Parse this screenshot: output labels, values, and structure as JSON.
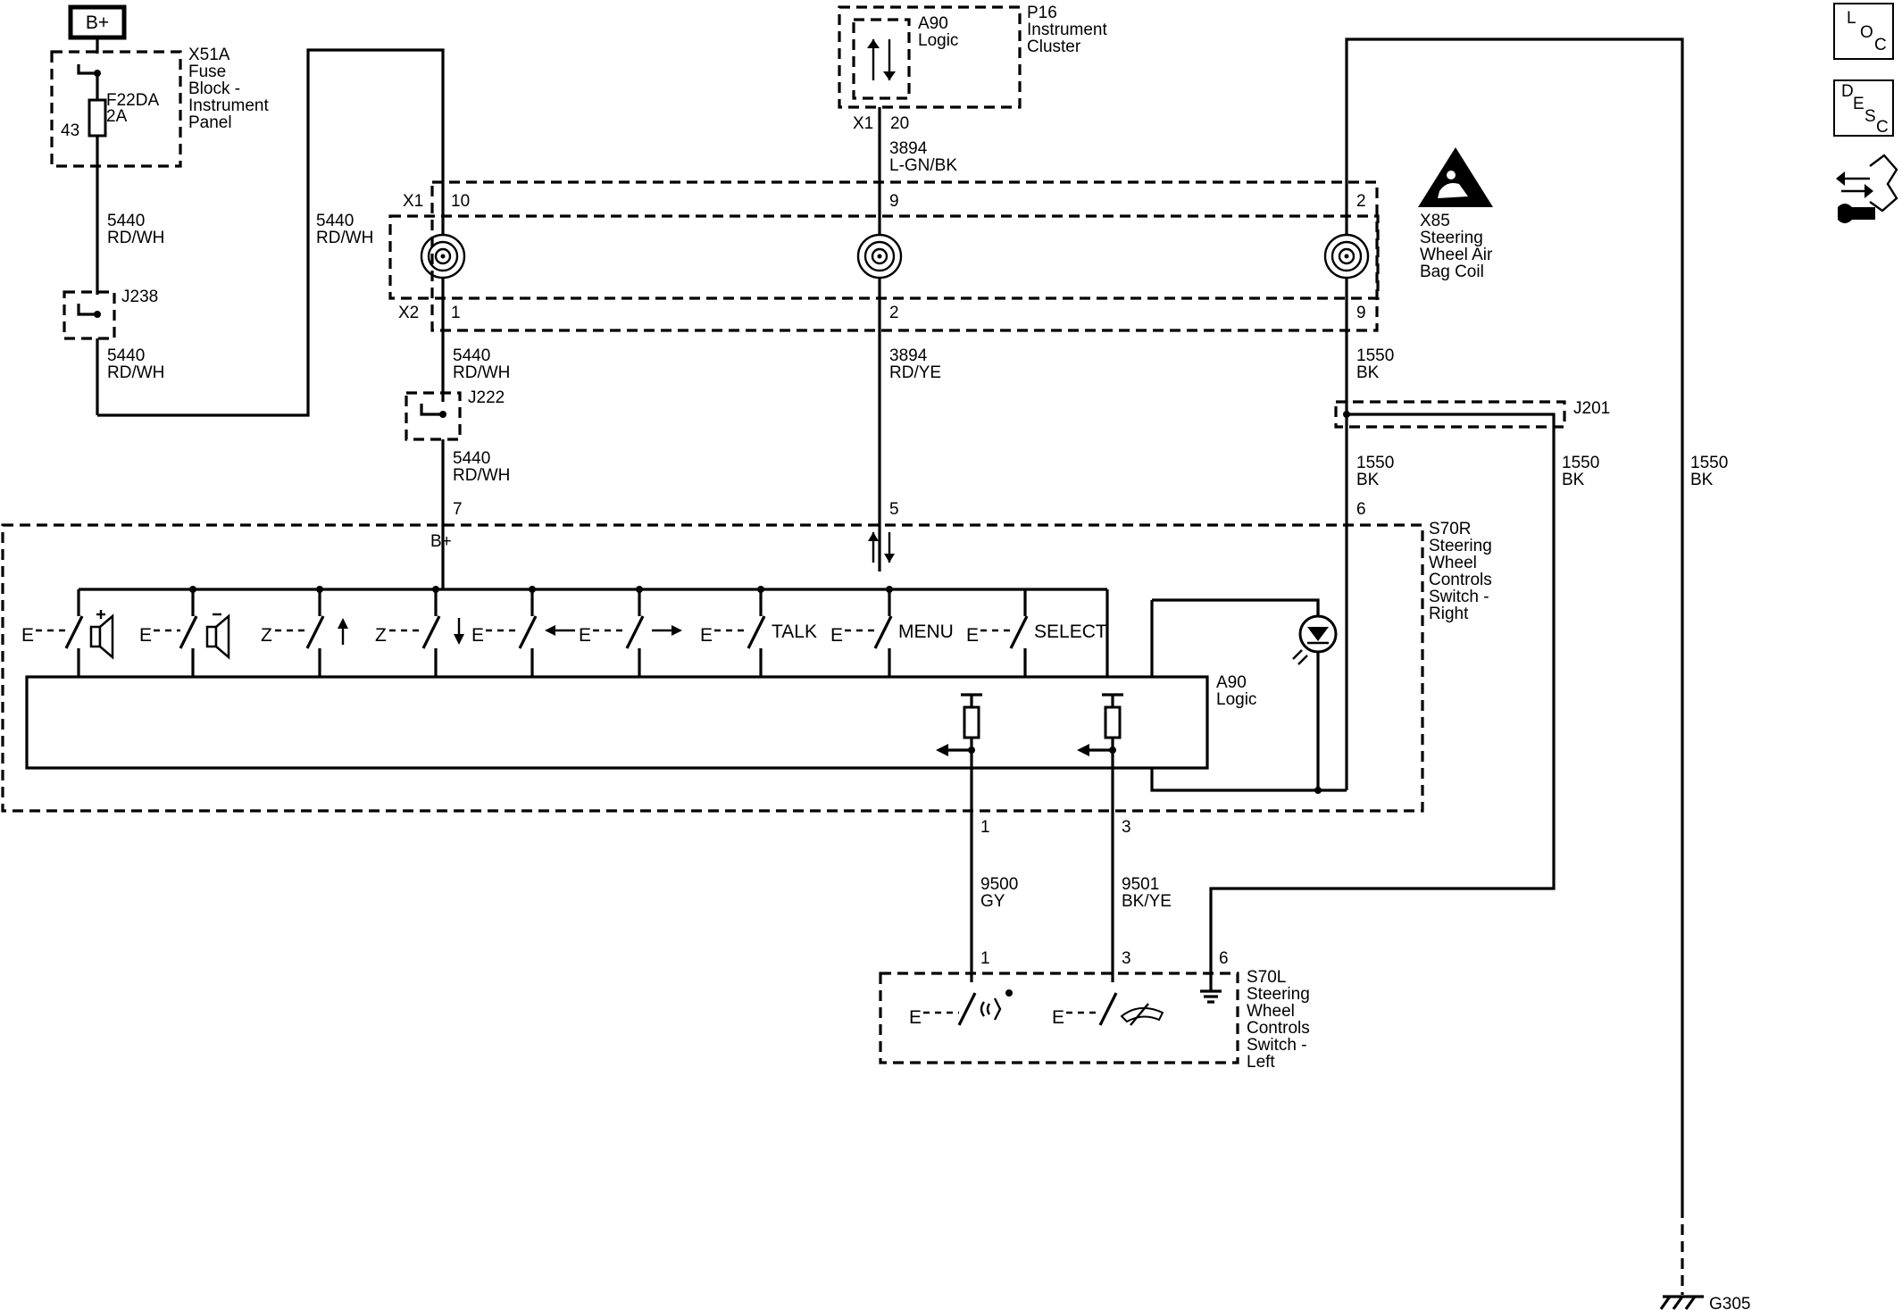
{
  "power": {
    "bplus_box": "B+",
    "bplus_pin": "B+"
  },
  "fuse_block": {
    "name": "X51A",
    "desc": [
      "Fuse",
      "Block -",
      "Instrument",
      "Panel"
    ],
    "fuse_id": "F22DA",
    "fuse_rating": "2A",
    "pin": "43"
  },
  "cluster": {
    "name": "P16",
    "desc": [
      "Instrument",
      "Cluster"
    ],
    "logic_name": "A90",
    "logic_label": "Logic",
    "connector": "X1",
    "pin": "20"
  },
  "coil": {
    "name": "X85",
    "desc": [
      "Steering",
      "Wheel Air",
      "Bag Coil"
    ],
    "x1": "X1",
    "x2": "X2",
    "x1_pins": [
      "10",
      "9",
      "2"
    ],
    "x2_pins": [
      "1",
      "2",
      "9"
    ]
  },
  "splices": {
    "j238": "J238",
    "j222": "J222",
    "j201": "J201"
  },
  "wires": {
    "w5440": "5440",
    "rd_wh": "RD/WH",
    "w3894": "3894",
    "lgn_bk": "L-GN/BK",
    "rd_ye": "RD/YE",
    "w1550": "1550",
    "bk": "BK",
    "w9500": "9500",
    "gy": "GY",
    "w9501": "9501",
    "bk_ye": "BK/YE"
  },
  "switch_right": {
    "name": "S70R",
    "desc": [
      "Steering",
      "Wheel",
      "Controls",
      "Switch -",
      "Right"
    ],
    "logic_name": "A90",
    "logic_label": "Logic",
    "pins": {
      "bplus": "7",
      "data": "5",
      "ground": "6",
      "out1": "1",
      "out3": "3"
    },
    "buttons": {
      "talk": "TALK",
      "menu": "MENU",
      "select": "SELECT"
    }
  },
  "switch_left": {
    "name": "S70L",
    "desc": [
      "Steering",
      "Wheel",
      "Controls",
      "Switch -",
      "Left"
    ],
    "pins": {
      "p1": "1",
      "p3": "3",
      "p6": "6"
    }
  },
  "ground": {
    "name": "G305"
  },
  "side_icons": {
    "loc": [
      "L",
      "O",
      "C"
    ],
    "desc": [
      "D",
      "E",
      "S",
      "C"
    ],
    "connector_icon": "connector-repair-icon"
  }
}
